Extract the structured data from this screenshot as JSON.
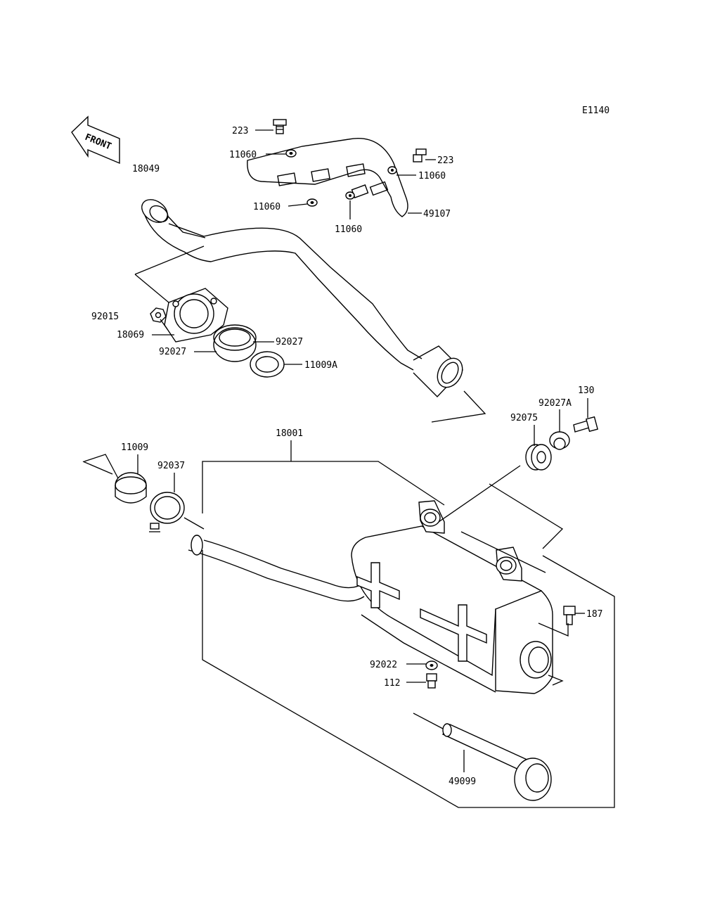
{
  "diagram_code": "E1140",
  "front_label": "FRONT",
  "labels": {
    "p223_top": "223",
    "p223_right": "223",
    "p11060_a": "11060",
    "p11060_b": "11060",
    "p11060_c": "11060",
    "p11060_d": "11060",
    "p49107": "49107",
    "p18049": "18049",
    "p92015": "92015",
    "p18069": "18069",
    "p92027_a": "92027",
    "p92027_b": "92027",
    "p11009A": "11009A",
    "p130": "130",
    "p92027A": "92027A",
    "p92075": "92075",
    "p18001": "18001",
    "p11009": "11009",
    "p92037": "92037",
    "p187": "187",
    "p92022": "92022",
    "p112": "112",
    "p49099": "49099"
  }
}
